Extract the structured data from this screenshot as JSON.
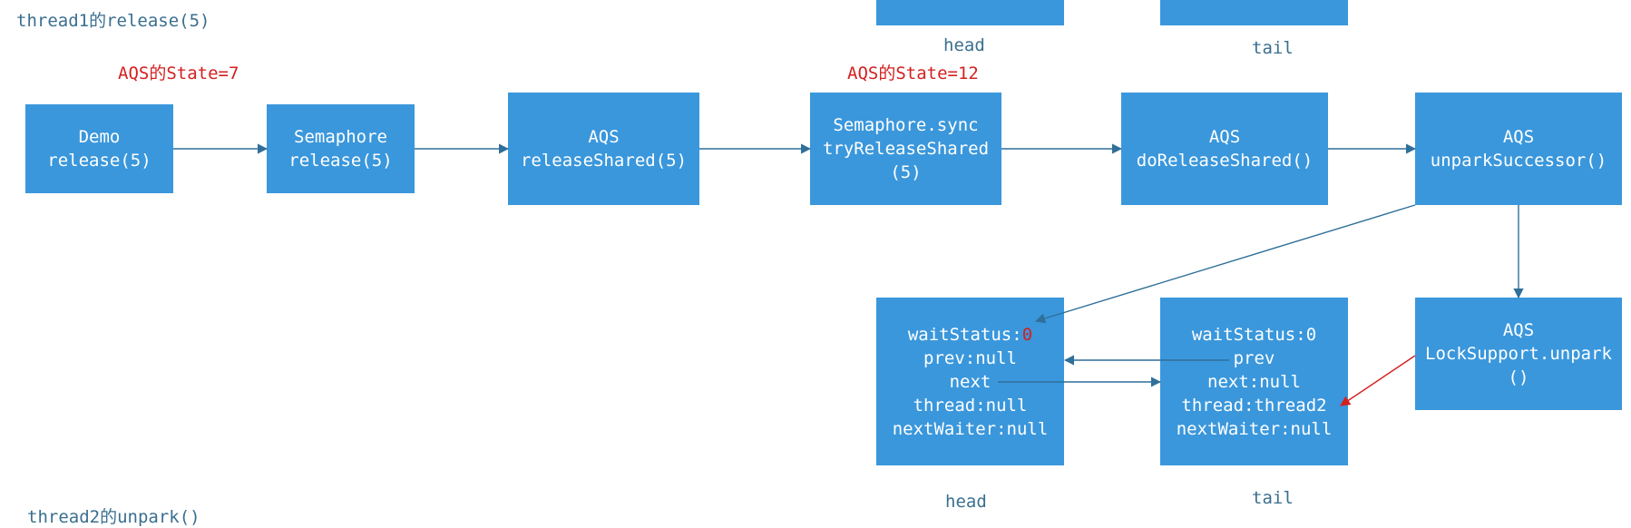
{
  "title": "thread1的release(5)",
  "footer": "thread2的unpark()",
  "state_labels": {
    "first": "AQS的State=7",
    "second": "AQS的State=12"
  },
  "top_queue": {
    "head_label": "head",
    "tail_label": "tail"
  },
  "flow": [
    {
      "line1": "Demo",
      "line2": "release(5)"
    },
    {
      "line1": "Semaphore",
      "line2": "release(5)"
    },
    {
      "line1": "AQS",
      "line2": "releaseShared(5)"
    },
    {
      "line1": "Semaphore.sync",
      "line2": "tryReleaseShared",
      "line3": "(5)"
    },
    {
      "line1": "AQS",
      "line2": "doReleaseShared()"
    },
    {
      "line1": "AQS",
      "line2": "unparkSuccessor()"
    }
  ],
  "unpark_box": {
    "line1": "AQS",
    "line2": "LockSupport.unpark",
    "line3": "()"
  },
  "head_node": {
    "wait_status_key": "waitStatus:",
    "wait_status_value": "0",
    "prev": "prev:null",
    "next": "next",
    "thread": "thread:null",
    "next_waiter": "nextWaiter:null",
    "label": "head"
  },
  "tail_node": {
    "wait_status": "waitStatus:0",
    "prev": "prev",
    "next": "next:null",
    "thread": "thread:thread2",
    "next_waiter": "nextWaiter:null",
    "label": "tail"
  },
  "colors": {
    "box_fill": "#3a97dc",
    "arrow": "#2f6f99",
    "highlight": "#d42020",
    "text": "#3a6f8f"
  }
}
